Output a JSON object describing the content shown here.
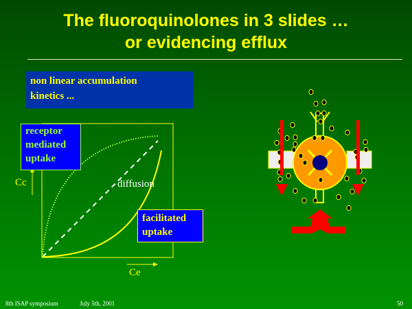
{
  "title": {
    "line1": "The fluoroquinolones in 3 slides …",
    "line2": "or evidencing efflux"
  },
  "subtitle_box": {
    "line1": "non linear accumulation",
    "line2": "kinetics ..."
  },
  "graph": {
    "receptor_label": [
      "receptor",
      "mediated",
      "uptake"
    ],
    "facilitated_label": [
      "facilitated",
      "uptake"
    ],
    "diffusion_label": "diffusion",
    "y_axis_label": "Cc",
    "x_axis_label": "Ce"
  },
  "footer": {
    "event": "8th ISAP symposium",
    "date": "July 5th, 2001",
    "page": "50"
  },
  "colors": {
    "title": "#ffff00",
    "box": "#0000ff",
    "arrow": "#ff0000",
    "cell": "#ff9900",
    "nucleus": "#000080"
  }
}
